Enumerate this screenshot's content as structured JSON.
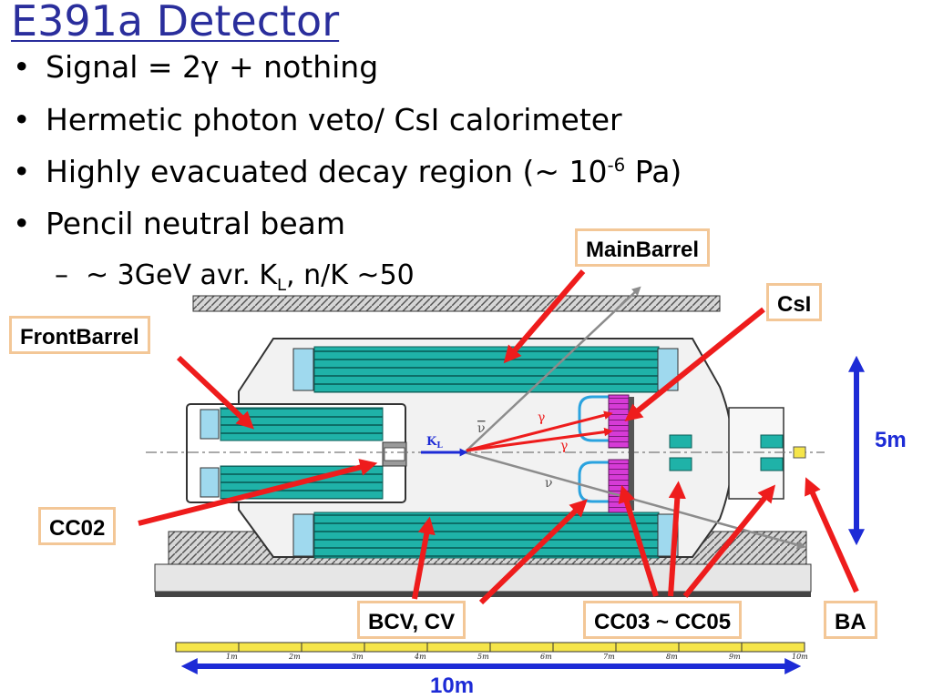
{
  "title": "E391a Detector",
  "bullets": [
    {
      "pre": "Signal = 2",
      "greek": "γ",
      "post": " + nothing"
    },
    {
      "text": "Hermetic photon veto/ CsI calorimeter"
    },
    {
      "pre": "Highly evacuated decay region (~ 10",
      "sup": "-6",
      "post": " Pa)"
    },
    {
      "text": "Pencil neutral beam"
    }
  ],
  "sub_bullet": {
    "pre": "~ 3GeV avr. K",
    "sub": "L",
    "post": ", n/K ~50"
  },
  "labels": {
    "main_barrel": "MainBarrel",
    "csi": "CsI",
    "front_barrel": "FrontBarrel",
    "cc02": "CC02",
    "bcv_cv": "BCV, CV",
    "cc03_cc05": "CC03 ~ CC05",
    "ba": "BA"
  },
  "dimensions": {
    "height": "5m",
    "length": "10m"
  },
  "beam": {
    "kl_main": "K",
    "kl_sub": "L",
    "gamma": "γ",
    "nu": "ν",
    "nu_bar": "ν"
  },
  "scale_ticks": [
    "1m",
    "2m",
    "3m",
    "4m",
    "5m",
    "6m",
    "7m",
    "8m",
    "9m",
    "10m"
  ],
  "colors": {
    "arrow_red": "#ee1c1c",
    "dimension_blue": "#1d2bd6",
    "detector_teal": "#1fb2a8",
    "csi_magenta": "#d63bd6",
    "callout_border": "#f3c797"
  }
}
